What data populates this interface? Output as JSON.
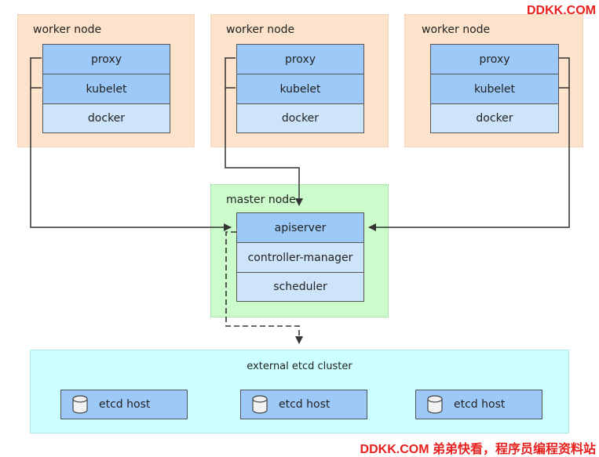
{
  "watermark_top": "DDKK.COM",
  "watermark_bottom": "DDKK.COM 弟弟快看，程序员编程资料站",
  "workers": [
    {
      "title": "worker node",
      "components": [
        "proxy",
        "kubelet",
        "docker"
      ]
    },
    {
      "title": "worker node",
      "components": [
        "proxy",
        "kubelet",
        "docker"
      ]
    },
    {
      "title": "worker node",
      "components": [
        "proxy",
        "kubelet",
        "docker"
      ]
    }
  ],
  "master": {
    "title": "master node",
    "components": [
      "apiserver",
      "controller-manager",
      "scheduler"
    ]
  },
  "etcd": {
    "title": "external etcd cluster",
    "hosts": [
      "etcd host",
      "etcd host",
      "etcd host"
    ],
    "host_icon": "database-icon"
  },
  "colors": {
    "worker_bg": "#fde3cb",
    "master_bg": "#ccfccc",
    "etcd_bg": "#ccffff",
    "component_dark": "#9cc9f8",
    "component_light": "#cde4fb",
    "watermark": "#e8201e"
  }
}
